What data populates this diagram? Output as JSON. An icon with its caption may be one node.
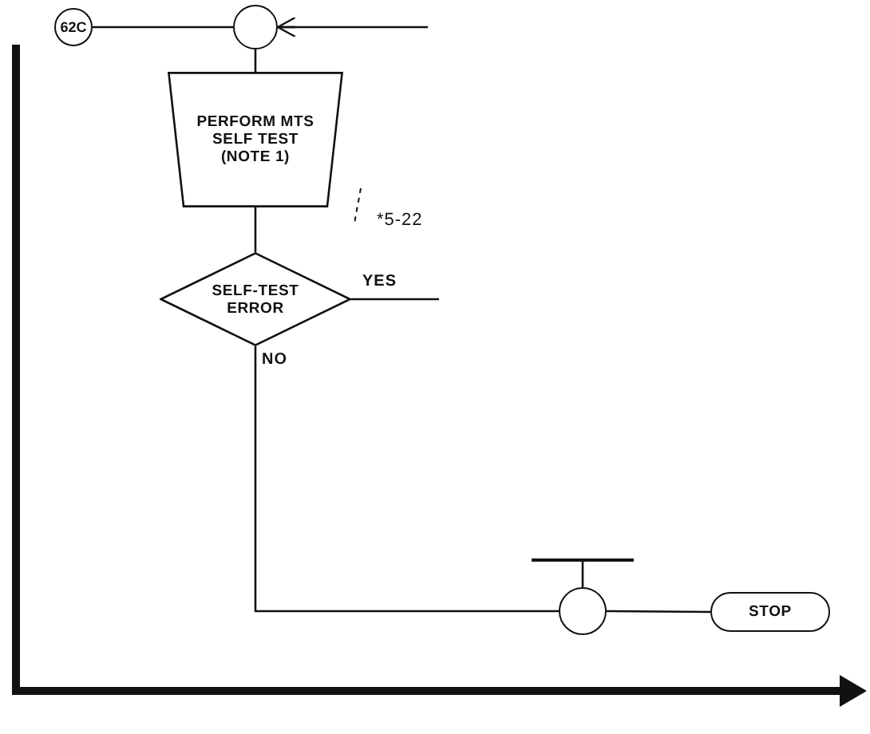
{
  "diagram": {
    "nodes": [
      {
        "text": [
          "62C"
        ]
      },
      {
        "text": [],
        "shape": "circle"
      },
      {
        "text": [
          "PERFORM MTS SELF TEST (NOTE 1)"
        ],
        "beside": [
          "*5-22"
        ]
      },
      {
        "text": [
          "SELF-TEST ERROR"
        ]
      },
      {
        "text": [],
        "shape": "bar"
      },
      {
        "text": [],
        "shape": "circle"
      },
      {
        "text": [
          "STOP"
        ]
      }
    ],
    "edges": [
      {
        "from": null,
        "to": 1,
        "arrow": "to"
      },
      {
        "from": 0,
        "to": 1,
        "arrow": "none"
      },
      {
        "from": 1,
        "to": 2,
        "arrow": "none"
      },
      {
        "from": 2,
        "to": 3,
        "arrow": "none"
      },
      {
        "from": 3,
        "to": null,
        "arrow": "none",
        "label": "YES"
      },
      {
        "from": 3,
        "to": 5,
        "arrow": "none",
        "label": "NO"
      },
      {
        "from": 4,
        "to": 5,
        "arrow": "none"
      },
      {
        "from": 5,
        "to": 6,
        "arrow": "none"
      }
    ]
  }
}
